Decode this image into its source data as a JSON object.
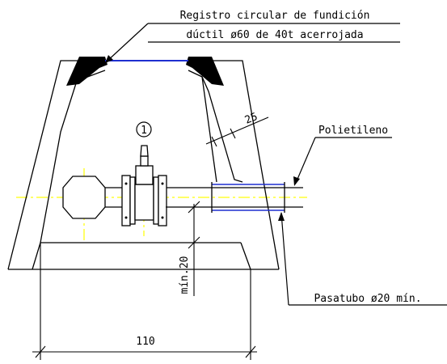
{
  "labels": {
    "registro_line1": "Registro circular de fundición",
    "registro_line2": "dúctil ø60 de 40t acerrojada",
    "polietileno": "Polietileno",
    "pasatubo": "Pasatubo ø20 mín.",
    "item_number": "1",
    "dim_wall": "25",
    "dim_min_height": "mín.20",
    "dim_width": "110"
  },
  "colors": {
    "outline": "#000000",
    "pipe_blue": "#1f2fd0",
    "centerline_yellow": "#ffff33"
  }
}
